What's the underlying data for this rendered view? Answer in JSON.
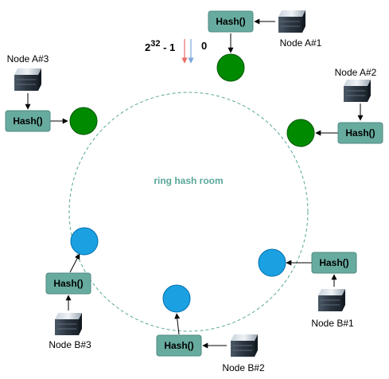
{
  "colors": {
    "ring_stroke": "#5aa79a",
    "ring_title": "#5aa79a",
    "hash_fill": "#67ab9f",
    "hash_stroke": "#4f8a80",
    "green_node": "#008a00",
    "green_stroke": "#005700",
    "blue_node": "#1ba1e2",
    "blue_stroke": "#006eaf",
    "arrow_start": "#ea6b66",
    "arrow_end": "#7ea6e0"
  },
  "ring": {
    "title": "ring hash room"
  },
  "ring_marks": {
    "max_base": "2",
    "max_exp": "32",
    "max_rest": " - 1",
    "zero": "0"
  },
  "hash_label": "Hash()",
  "server_icon": "server-icon",
  "nodes": [
    {
      "id": "a1",
      "label": "Node A#1",
      "group": "green"
    },
    {
      "id": "a2",
      "label": "Node A#2",
      "group": "green"
    },
    {
      "id": "a3",
      "label": "Node A#3",
      "group": "green"
    },
    {
      "id": "b1",
      "label": "Node B#1",
      "group": "blue"
    },
    {
      "id": "b2",
      "label": "Node B#2",
      "group": "blue"
    },
    {
      "id": "b3",
      "label": "Node B#3",
      "group": "blue"
    }
  ]
}
